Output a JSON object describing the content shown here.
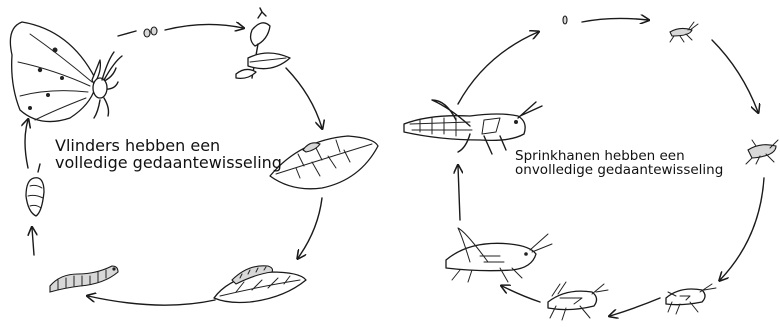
{
  "butterfly_cycle": {
    "caption_line1": "Vlinders hebben een",
    "caption_line2": "volledige gedaantewisseling",
    "stages": [
      "egg",
      "caterpillar-on-leaf",
      "caterpillar-eating-leaf",
      "caterpillar-on-leaf-2",
      "caterpillar",
      "chrysalis",
      "butterfly"
    ]
  },
  "grasshopper_cycle": {
    "caption_line1": "Sprinkhanen hebben een",
    "caption_line2": "onvolledige gedaantewisseling",
    "stages": [
      "egg",
      "nymph-1",
      "nymph-2",
      "nymph-3",
      "nymph-4",
      "nymph-5",
      "adult"
    ]
  },
  "colors": {
    "ink": "#1a1a1a",
    "background": "#ffffff"
  }
}
